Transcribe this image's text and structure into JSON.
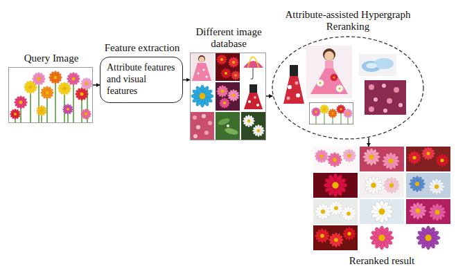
{
  "diagram": {
    "nodes": [
      {
        "text": [
          "Query Image"
        ]
      },
      {
        "text": [
          "Feature extraction",
          "Attribute features and visual features"
        ]
      },
      {
        "text": [
          "Different image database"
        ]
      },
      {
        "text": [
          "Attribute-assisted Hypergraph Reranking"
        ]
      },
      {
        "text": [
          "Reranked result"
        ]
      }
    ],
    "edges": [
      {
        "from": 0,
        "to": 1,
        "arrow": "to"
      },
      {
        "from": 1,
        "to": 2,
        "arrow": "to"
      },
      {
        "from": 2,
        "to": 3,
        "arrow": "to"
      },
      {
        "from": 3,
        "to": 4,
        "arrow": "to"
      }
    ]
  }
}
